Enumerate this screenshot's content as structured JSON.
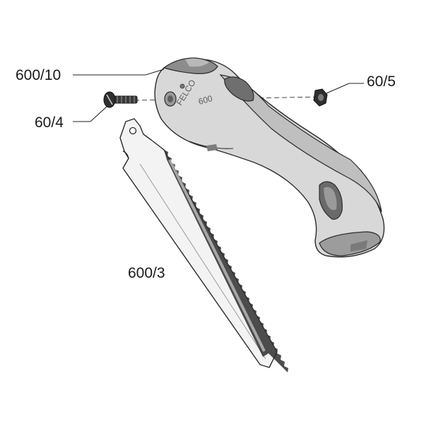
{
  "labels": {
    "handle": "600/10",
    "nut": "60/5",
    "bolt": "60/4",
    "blade": "600/3"
  },
  "handle_brand": "FELCO",
  "handle_model": "600",
  "colors": {
    "handle_light": "#d6d6d6",
    "handle_grip": "#bdbdbd",
    "handle_dark": "#8a8a8a",
    "blade": "#f2f2f2",
    "line": "#222222"
  }
}
